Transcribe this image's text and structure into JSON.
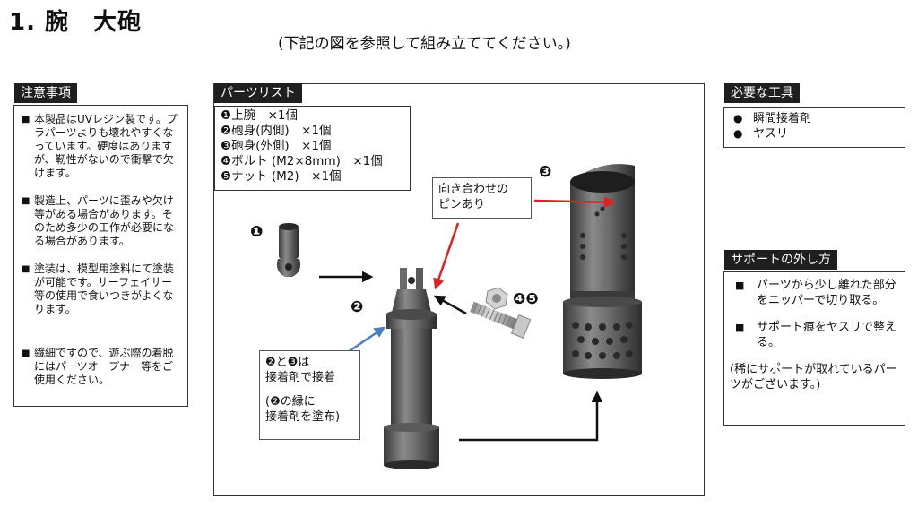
{
  "header": {
    "title": "1. 腕　大砲",
    "subtitle": "(下記の図を参照して組み立ててください。)"
  },
  "notes": {
    "label": "注意事項",
    "items": [
      "本製品はUVレジン製です。プラパーツよりも壊れやすくなっています。硬度はありますが、靭性がないので衝撃で欠けます。",
      "製造上、パーツに歪みや欠け等がある場合があります。そのため多少の工作が必要になる場合があります。",
      "塗装は、模型用塗料にて塗装が可能です。サーフェイサー等の使用で食いつきがよくなります。",
      "繊細ですので、遊ぶ際の着脱にはパーツオープナー等をご使用ください。"
    ]
  },
  "parts": {
    "label": "パーツリスト",
    "items": [
      "❶上腕　×1個",
      "❷砲身(内側)　×1個",
      "❸砲身(外側)　×1個",
      "❹ボルト (M2×8mm)　×1個",
      "❺ナット (M2)　×1個"
    ]
  },
  "tools": {
    "label": "必要な工具",
    "items": [
      "瞬間接着剤",
      "ヤスリ"
    ]
  },
  "support": {
    "label": "サポートの外し方",
    "items": [
      "パーツから少し離れた部分をニッパーで切り取る。",
      "サポート痕をヤスリで整える。"
    ],
    "footnote": "(稀にサポートが取れているパーツがございます。)"
  },
  "diagram": {
    "markers": {
      "m1": "❶",
      "m2": "❷",
      "m3": "❸",
      "m45": "❹❺"
    },
    "pin_callout": [
      "向き合わせの",
      "ピンあり"
    ],
    "glue_callout": [
      "❷と❸は",
      "接着剤で接着",
      "",
      "(❷の縁に",
      "接着剤を塗布)"
    ],
    "colors": {
      "arrow_red": "#e02020",
      "arrow_blue": "#4a7fc1",
      "part_gray": "#555555"
    }
  }
}
